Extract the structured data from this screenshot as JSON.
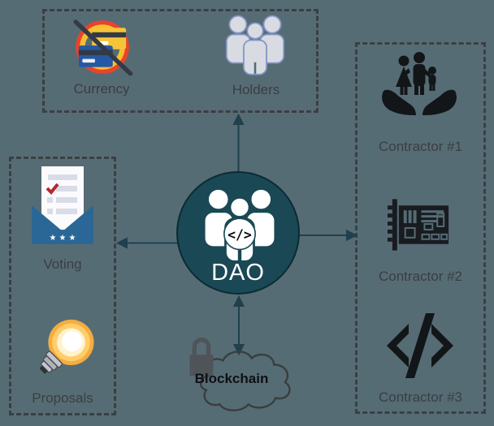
{
  "canvas": {
    "background": "#566C75"
  },
  "center_node": {
    "label": "DAO",
    "icon": "people-code-icon",
    "fill": "#1A4855"
  },
  "top_group": {
    "items": [
      {
        "label": "Currency",
        "icon": "currency-exchange-crossed-icon"
      },
      {
        "label": "Holders",
        "icon": "people-group-icon"
      }
    ]
  },
  "left_group": {
    "items": [
      {
        "label": "Voting",
        "icon": "ballot-envelope-icon"
      },
      {
        "label": "Proposals",
        "icon": "lightbulb-icon"
      }
    ]
  },
  "right_group": {
    "items": [
      {
        "label": "Contractor #1",
        "icon": "hands-holding-family-icon"
      },
      {
        "label": "Contractor #2",
        "icon": "circuit-board-icon"
      },
      {
        "label": "Contractor #3",
        "icon": "code-brackets-icon"
      }
    ]
  },
  "bottom_node": {
    "label": "Blockchain",
    "icon": "padlock-icon"
  },
  "colors": {
    "background": "#566C75",
    "dao_circle": "#1A4855",
    "box_border": "#3B3F42",
    "label_text": "#3A3E42",
    "arrow": "#20404E",
    "icon_black": "#131619",
    "holders_fill": "#D8DBE2",
    "holders_stroke": "#8394C2",
    "card_yellow": "#F6C437",
    "card_blue": "#2458A6",
    "ring_red": "#E8432E",
    "ring_yellow": "#F6BF2F",
    "envelope_blue": "#2A6796",
    "check_red": "#B3282E",
    "bulb_glow": "#F5AC40",
    "lock_gray": "#4E5458",
    "cloud_outline": "#3A3E40"
  }
}
